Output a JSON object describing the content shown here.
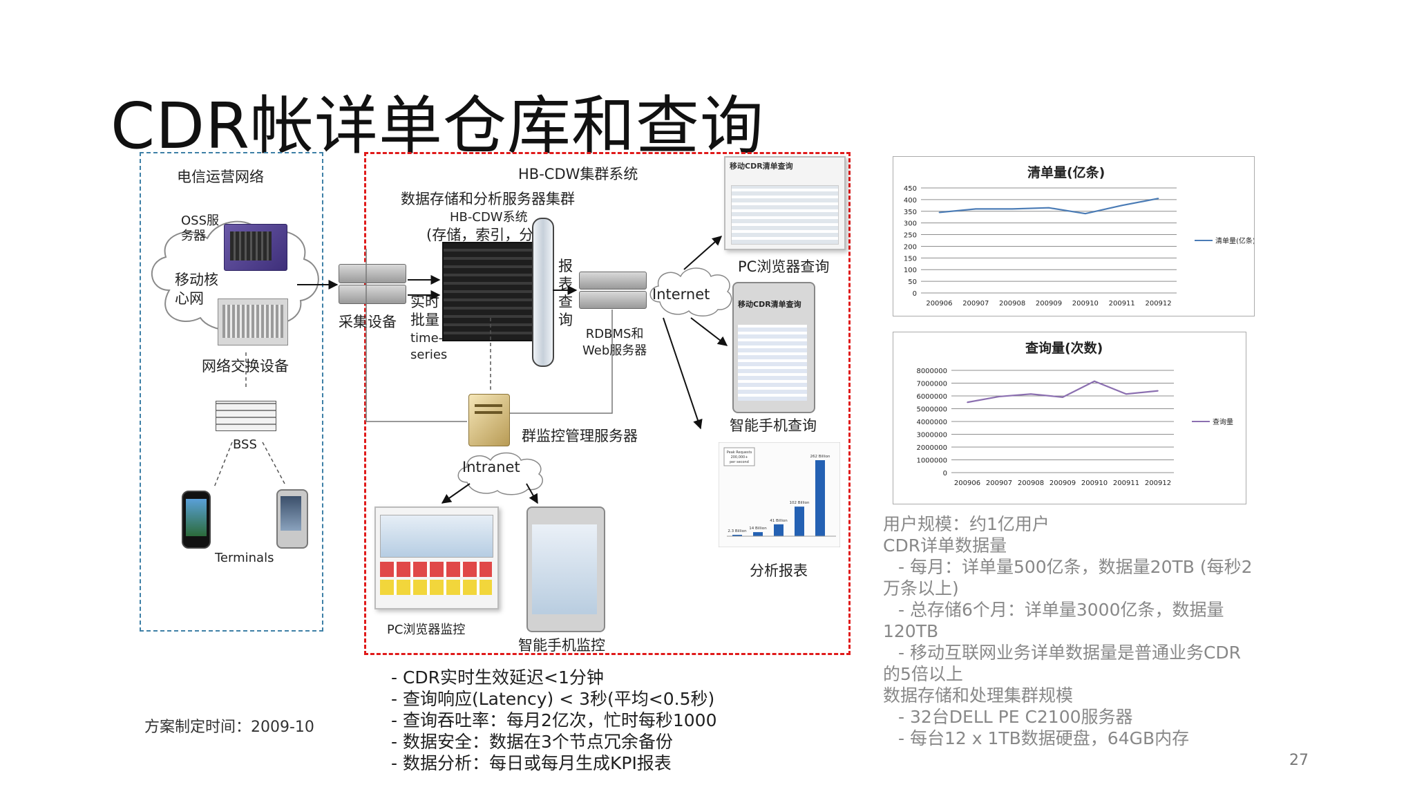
{
  "slide": {
    "title": "CDR帐详单仓库和查询",
    "page_number": "27",
    "plan_time": "方案制定时间：2009-10"
  },
  "diagram": {
    "telecom_network": {
      "title": "电信运营网络",
      "oss_server": "OSS服\n务器",
      "core_network": "移动核\n心网",
      "switch_equipment": "网络交换设备",
      "bss": "BSS",
      "terminals": "Terminals"
    },
    "cluster": {
      "title": "HB-CDW集群系统",
      "storage_title": "数据存储和分析服务器集群",
      "hbcdw_system": "HB-CDW系统",
      "hbcdw_desc": "(存储，索引，分析",
      "collection_equipment": "采集设备",
      "realtime_batch": "实时\n批量",
      "time_series": "time-\nseries",
      "report_query": "报\n表\n查\n询",
      "rdbms_web": "RDBMS和\nWeb服务器",
      "internet": "Internet",
      "intranet": "Intranet",
      "monitor_server": "群监控管理服务器",
      "pc_query": "PC浏览器查询",
      "mobile_query": "智能手机查询",
      "analysis_report": "分析报表",
      "pc_monitor": "PC浏览器监控",
      "mobile_monitor": "智能手机监控",
      "screenshot_titles": {
        "pc_query_header": "移动CDR清单查询",
        "mobile_query_header": "移动CDR清单查询"
      },
      "report_chart": {
        "legend_box": "Peak Requests\n200,000+\nper second",
        "bar_labels": [
          "2.3 Billion",
          "14 Billion",
          "41 Billion",
          "102 Billion",
          "262 Billion"
        ],
        "values": [
          2.3,
          14,
          41,
          102,
          262
        ]
      }
    }
  },
  "notes": {
    "left": [
      "- CDR实时生效延迟<1分钟",
      "- 查询响应(Latency) < 3秒(平均<0.5秒)",
      "- 查询吞吐率：每月2亿次，忙时每秒1000",
      "- 数据安全：数据在3个节点冗余备份",
      "- 数据分析：每日或每月生成KPI报表"
    ],
    "right": [
      {
        "text": "用户规模：约1亿用户",
        "indent": false
      },
      {
        "text": "CDR详单数据量",
        "indent": false
      },
      {
        "text": "- 每月：详单量500亿条，数据量20TB (每秒2",
        "indent": true
      },
      {
        "text": "万条以上)",
        "indent": false
      },
      {
        "text": "- 总存储6个月：详单量3000亿条，数据量",
        "indent": true
      },
      {
        "text": "120TB",
        "indent": false
      },
      {
        "text": "- 移动互联网业务详单数据量是普通业务CDR",
        "indent": true
      },
      {
        "text": "的5倍以上",
        "indent": false
      },
      {
        "text": "数据存储和处理集群规模",
        "indent": false
      },
      {
        "text": "- 32台DELL PE C2100服务器",
        "indent": true
      },
      {
        "text": "- 每台12 x 1TB数据硬盘，64GB内存",
        "indent": true
      }
    ]
  },
  "chart_data": [
    {
      "type": "line",
      "title": "清单量(亿条)",
      "categories": [
        "200906",
        "200907",
        "200908",
        "200909",
        "200910",
        "200911",
        "200912"
      ],
      "series": [
        {
          "name": "清单量(亿条)",
          "values": [
            345,
            360,
            360,
            365,
            340,
            375,
            405
          ]
        }
      ],
      "ylim": [
        0,
        450
      ],
      "yticks": [
        0,
        50,
        100,
        150,
        200,
        250,
        300,
        350,
        400,
        450
      ],
      "grid": true,
      "legend": "right",
      "color": "#4a7bb5"
    },
    {
      "type": "line",
      "title": "查询量(次数)",
      "categories": [
        "200906",
        "200907",
        "200908",
        "200909",
        "200910",
        "200911",
        "200912"
      ],
      "series": [
        {
          "name": "查询量",
          "values": [
            5500000,
            5950000,
            6150000,
            5900000,
            7150000,
            6150000,
            6400000
          ]
        }
      ],
      "ylim": [
        0,
        8000000
      ],
      "yticks": [
        0,
        1000000,
        2000000,
        3000000,
        4000000,
        5000000,
        6000000,
        7000000,
        8000000
      ],
      "grid": true,
      "legend": "right",
      "color": "#8b6fb0"
    }
  ]
}
